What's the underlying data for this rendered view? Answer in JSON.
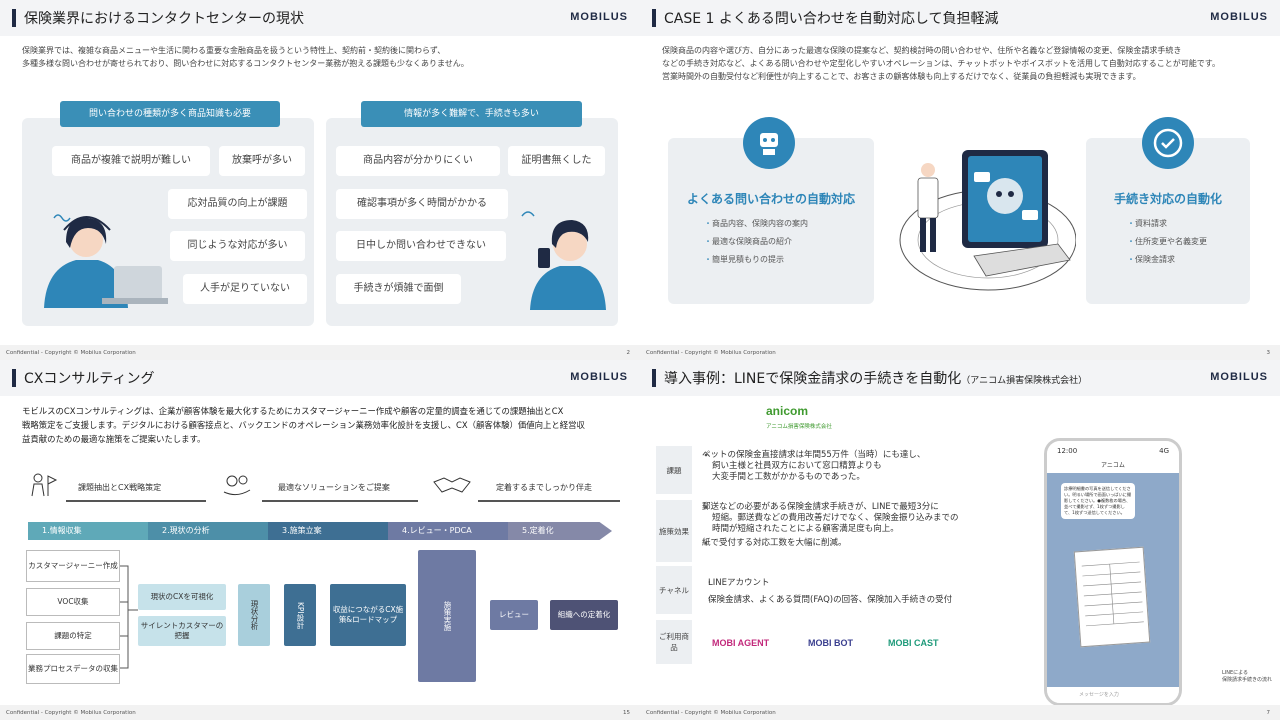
{
  "brand": "MOBILUS",
  "footer_text": "Confidential - Copyright © Mobilus Corporation",
  "slide1": {
    "title": "保険業界におけるコンタクトセンターの現状",
    "intro_line1": "保険業界では、複雑な商品メニューや生活に関わる重要な金融商品を扱うという特性上、契約前・契約後に関わらず、",
    "intro_line2": "多種多様な問い合わせが寄せられており、問い合わせに対応するコンタクトセンター業務が抱える課題も少なくありません。",
    "left_header": "問い合わせの種類が多く商品知識も必要",
    "right_header": "情報が多く難解で、手続きも多い",
    "left_cards": [
      "商品が複雑で説明が難しい",
      "放棄呼が多い",
      "応対品質の向上が課題",
      "同じような対応が多い",
      "人手が足りていない"
    ],
    "right_cards": [
      "商品内容が分かりにくい",
      "証明書無くした",
      "確認事項が多く時間がかかる",
      "日中しか問い合わせできない",
      "手続きが煩雑で面倒"
    ],
    "page": "2"
  },
  "slide2": {
    "title": "CASE 1 よくある問い合わせを自動対応して負担軽減",
    "intro_line1": "保険商品の内容や選び方、自分にあった最適な保険の提案など、契約検討時の問い合わせや、住所や名義など登録情報の変更、保険金請求手続き",
    "intro_line2": "などの手続き対応など、よくある問い合わせや定型化しやすいオペレーションは、チャットボットやボイスボットを活用して自動対応することが可能です。",
    "intro_line3": "営業時間外の自動受付など利便性が向上することで、お客さまの顧客体験も向上するだけでなく、従業員の負担軽減も実現できます。",
    "left_heading": "よくある問い合わせの自動対応",
    "left_items": [
      "商品内容、保険内容の案内",
      "最適な保険商品の紹介",
      "簡単見積もりの提示"
    ],
    "right_heading": "手続き対応の自動化",
    "right_items": [
      "資料請求",
      "住所変更や名義変更",
      "保険金請求"
    ],
    "page": "3"
  },
  "slide3": {
    "title": "CXコンサルティング",
    "intro_line1": "モビルスのCXコンサルティングは、企業が顧客体験を最大化するためにカスタマージャーニー作成や顧客の定量的調査を通じての課題抽出とCX",
    "intro_line2": "戦略策定をご支援します。デジタルにおける顧客接点と、バックエンドのオペレーション業務効率化設計を支援し、CX（顧客体験）価値向上と経営収",
    "intro_line3": "益貢献のための最適な施策をご提案いたします。",
    "phases": [
      "課題抽出とCX戦略策定",
      "最適なソリューションをご提案",
      "定着するまでしっかり伴走"
    ],
    "steps": [
      "1.情報収集",
      "2.現状の分析",
      "3.施策立案",
      "4.レビュー・PDCA",
      "5.定着化"
    ],
    "inputs": [
      "カスタマージャーニー作成",
      "VOC収集",
      "課題の特定",
      "業務プロセスデータの収集"
    ],
    "analysis": [
      "現状のCXを可視化",
      "サイレントカスタマーの把握"
    ],
    "current_analysis": "現状分析",
    "kpi": "KPI設計",
    "roadmap": "収益につながるCX施策&ロードマップ",
    "execution": "施策実施",
    "review": "レビュー",
    "org": "組織への定着化",
    "page": "15"
  },
  "slide4": {
    "title": "導入事例：LINEで保険金請求の手続きを自動化",
    "title_note": "（アニコム損害保険株式会社）",
    "client_logo": "anicom",
    "client_sub": "アニコム損害保険株式会社",
    "rows": [
      {
        "label": "課題",
        "lines": [
          "ペットの保険金直接請求は年間55万件（当時）にも達し、",
          "飼い主様と社員双方において窓口精算よりも",
          "大変手間と工数がかかるものであった。"
        ]
      },
      {
        "label": "施策効果",
        "lines": [
          "郵送などの必要がある保険金請求手続きが、LINEで最短3分に",
          "短縮。郵送費などの費用改善だけでなく、保険金振り込みまでの",
          "時間が短縮されたことによる顧客満足度も向上。"
        ],
        "extra": "紙で受付する対応工数を大幅に削減。"
      },
      {
        "label": "チャネル",
        "lines": [
          "LINEアカウント"
        ],
        "extra": "保険金請求、よくある質問(FAQ)の回答、保険加入手続きの受付"
      },
      {
        "label": "ご利用商品",
        "lines": []
      }
    ],
    "products": [
      "MOBI AGENT",
      "MOBI BOT",
      "MOBI CAST"
    ],
    "phone_time": "12:00",
    "phone_status": "4G",
    "phone_chat_name": "アニコム",
    "phone_bubble": "診療明細書の写真を送信してください。明るい場所で画面いっぱいに撮影してください。●複数枚の場合、並べて撮影せず、1枚ずつ撮影して、1枚ずつ送信してください。",
    "phone_input": "メッセージを入力",
    "phone_caption_1": "LINEによる",
    "phone_caption_2": "保険請求手続きの流れ",
    "page": "7"
  },
  "colors": {
    "accent": "#2e86b8",
    "navy": "#1f2a44",
    "gray_box": "#eceff2"
  }
}
